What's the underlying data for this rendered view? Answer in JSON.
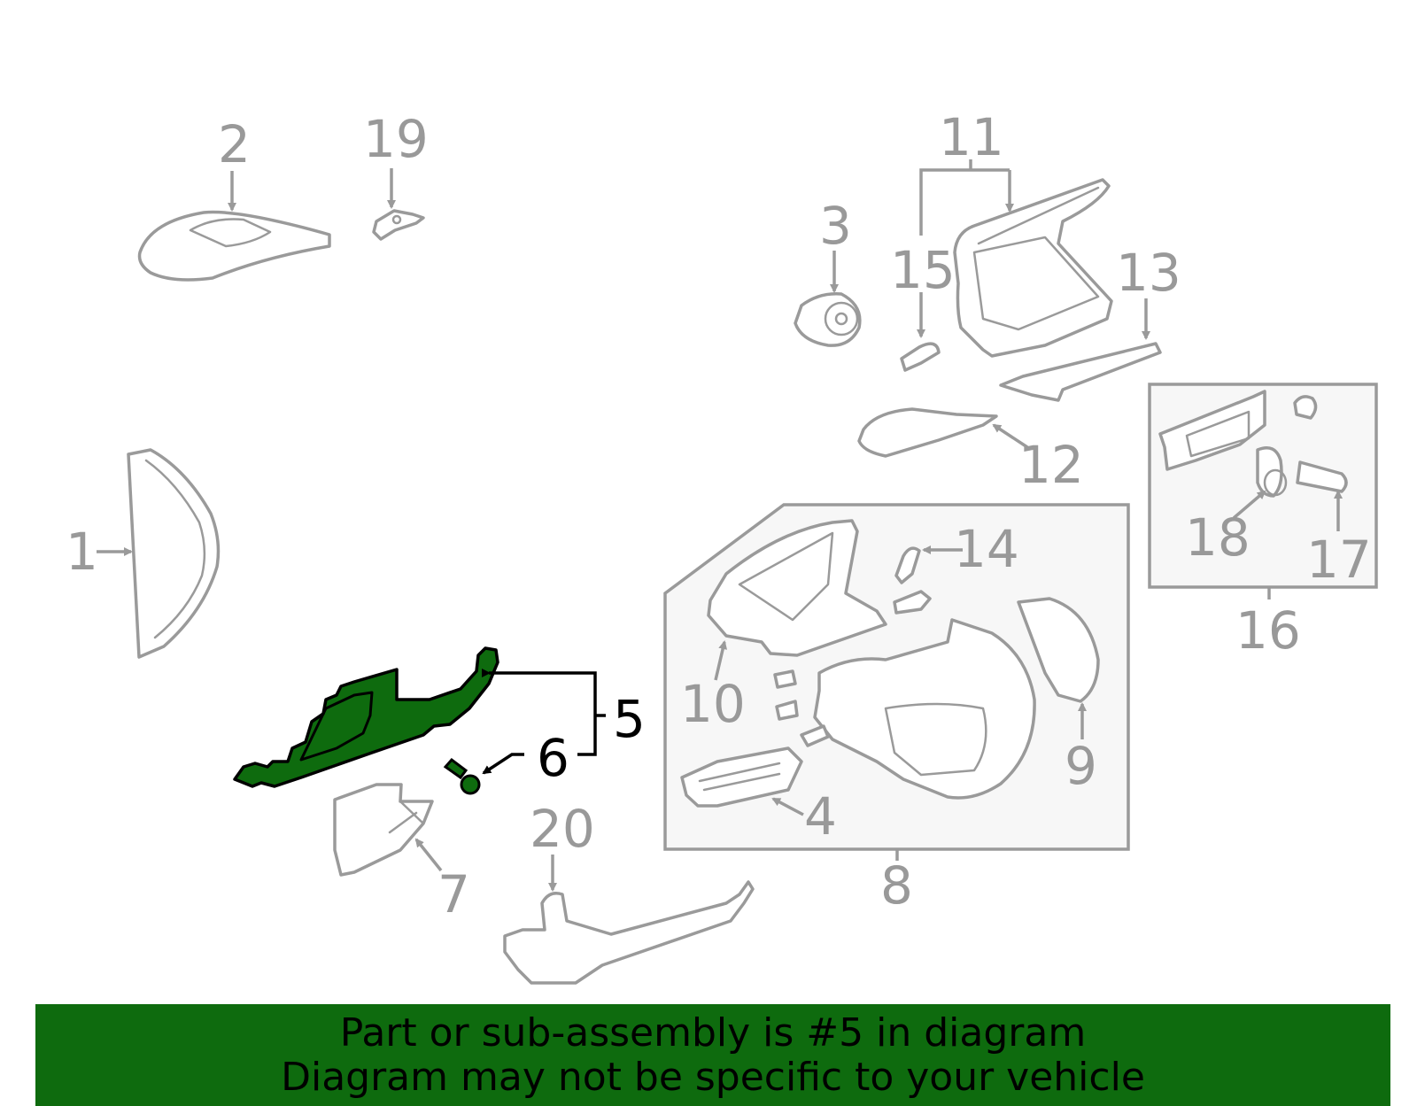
{
  "diagram": {
    "highlighted_part": "5",
    "callouts": [
      "1",
      "2",
      "3",
      "4",
      "5",
      "6",
      "7",
      "8",
      "9",
      "10",
      "11",
      "12",
      "13",
      "14",
      "15",
      "16",
      "17",
      "18",
      "19",
      "20"
    ],
    "colors": {
      "highlight": "#0e6b0e",
      "parts": "#9a9a9a",
      "banner": "#0e6b0e"
    }
  },
  "banner": {
    "line1": "Part or sub-assembly is #5 in diagram",
    "line2": "Diagram may not be specific to your vehicle"
  }
}
